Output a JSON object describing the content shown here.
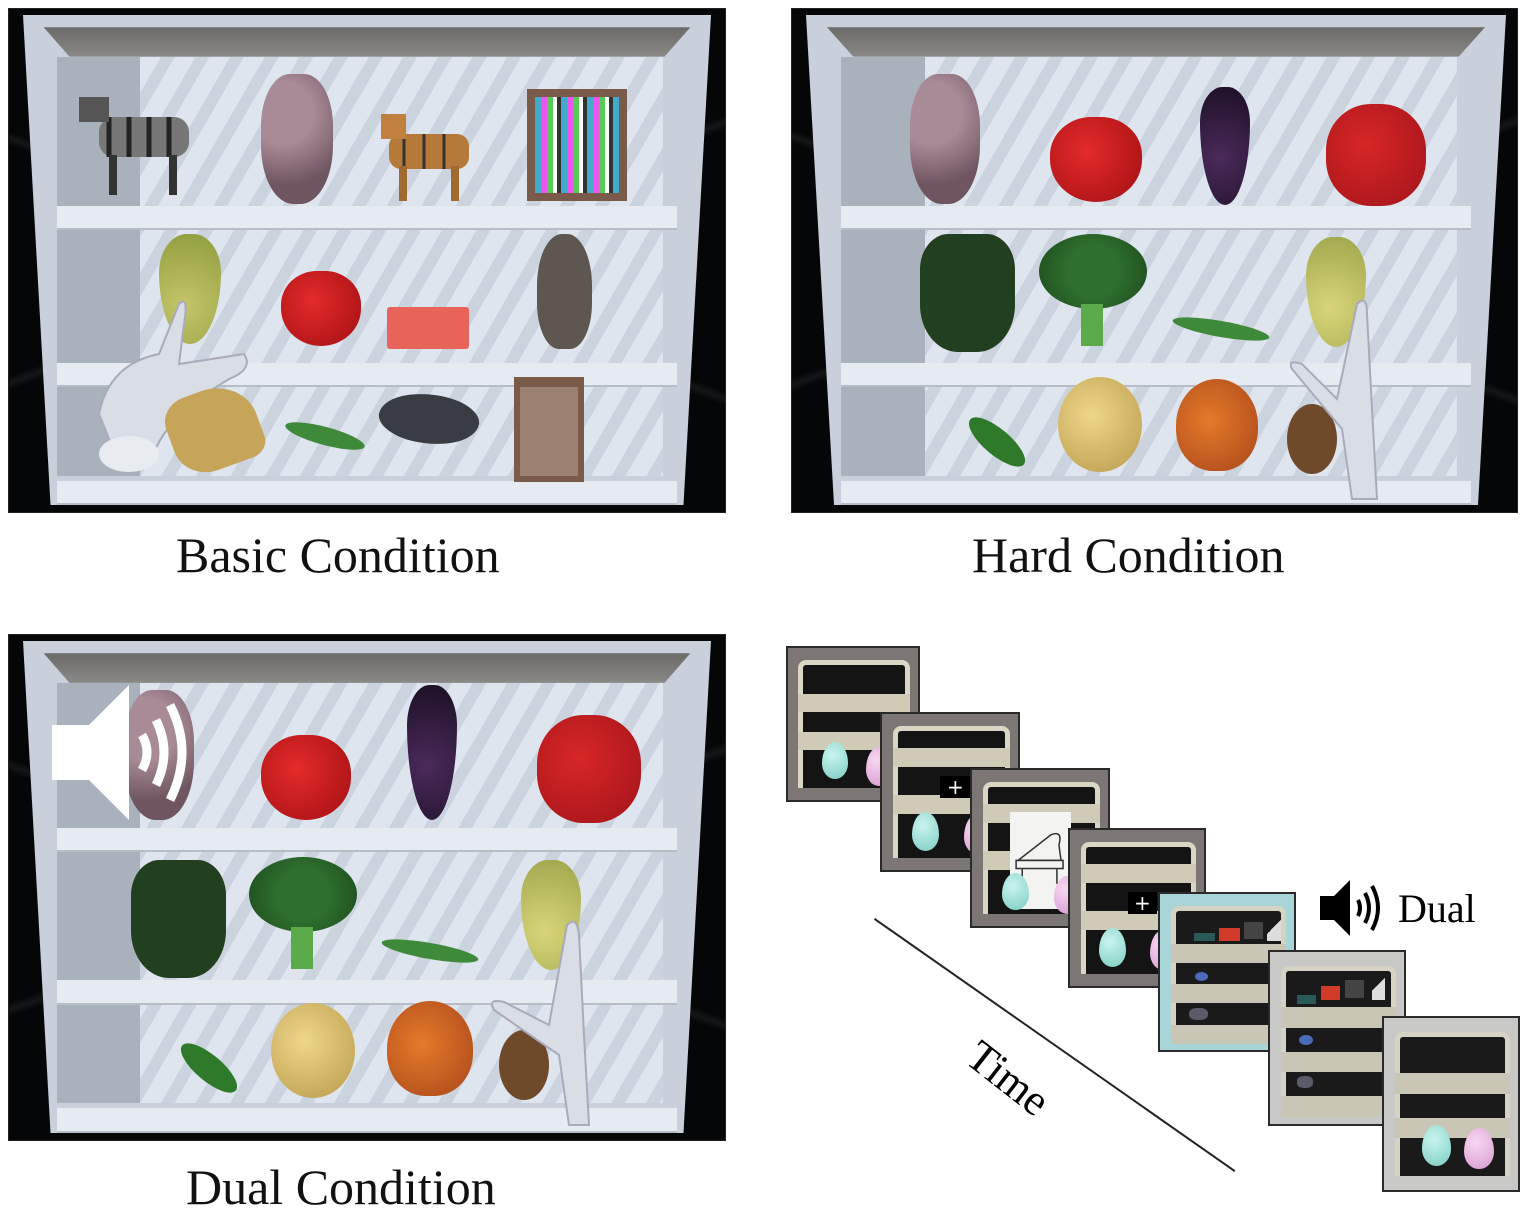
{
  "figure": {
    "panels": [
      {
        "id": "basic",
        "caption": "Basic Condition",
        "shelf_items": {
          "top": [
            "zebra",
            "grapes",
            "tiger",
            "bookshelf"
          ],
          "middle": [
            "pear",
            "strawberry",
            "sofa",
            "rabbit"
          ],
          "bottom": [
            "dog",
            "peas",
            "dolphin",
            "chair"
          ]
        },
        "hand": "virtual-hand"
      },
      {
        "id": "hard",
        "caption": "Hard Condition",
        "shelf_items": {
          "top": [
            "grapes",
            "strawberry",
            "eggplant",
            "apple"
          ],
          "middle": [
            "green-pepper",
            "broccoli",
            "peas",
            "pear"
          ],
          "bottom": [
            "cucumber",
            "potato",
            "onion",
            "coconut"
          ]
        },
        "hand": "virtual-hand"
      },
      {
        "id": "dual",
        "caption": "Dual Condition",
        "shelf_items": {
          "top": [
            "grapes",
            "strawberry",
            "eggplant",
            "apple"
          ],
          "middle": [
            "green-pepper",
            "broccoli",
            "peas",
            "pear"
          ],
          "bottom": [
            "cucumber",
            "potato",
            "onion",
            "coconut"
          ]
        },
        "overlay_icon": "speaker-icon",
        "hand": "virtual-hand"
      }
    ],
    "timeline": {
      "axis_label": "Time",
      "dual_label": "Dual",
      "dual_icon": "speaker-icon",
      "frames": [
        {
          "content": "eggs"
        },
        {
          "content": "fixation-cross",
          "symbol": "+"
        },
        {
          "content": "piano-cue"
        },
        {
          "content": "fixation-cross",
          "symbol": "+"
        },
        {
          "content": "object-shelf"
        },
        {
          "content": "object-shelf-grab"
        },
        {
          "content": "eggs"
        }
      ]
    }
  }
}
